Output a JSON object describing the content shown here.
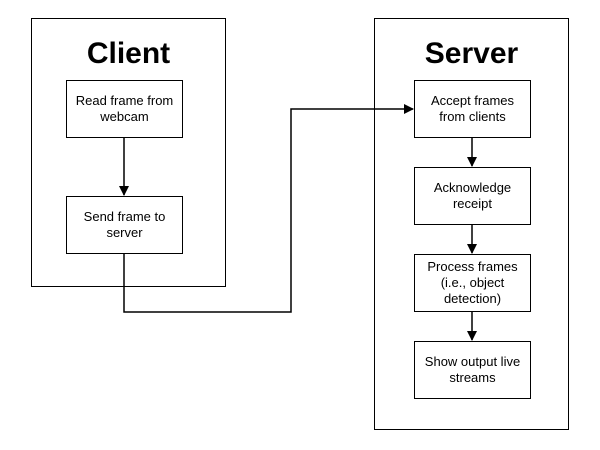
{
  "client": {
    "title": "Client",
    "steps": [
      {
        "label": "Read frame from\nwebcam"
      },
      {
        "label": "Send frame to\nserver"
      }
    ]
  },
  "server": {
    "title": "Server",
    "steps": [
      {
        "label": "Accept frames\nfrom clients"
      },
      {
        "label": "Acknowledge\nreceipt"
      },
      {
        "label": "Process frames\n(i.e., object\ndetection)"
      },
      {
        "label": "Show output live\nstreams"
      }
    ]
  }
}
